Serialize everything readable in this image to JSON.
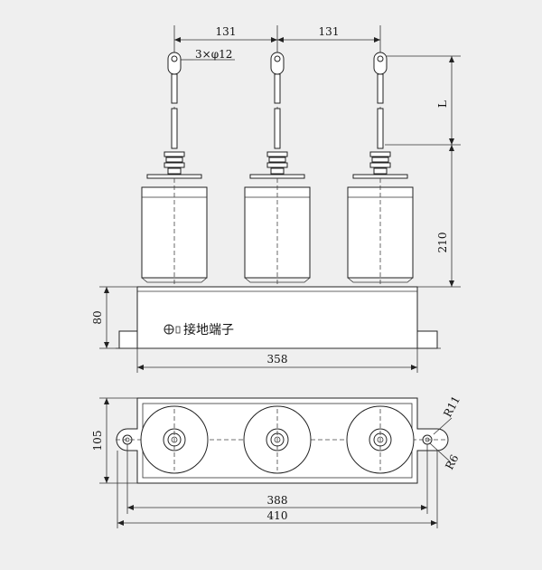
{
  "dimensions": {
    "top_spacing_left": "131",
    "top_spacing_right": "131",
    "hole_note": "3×φ12",
    "lead_length": "L",
    "height_total": "210",
    "base_height": "80",
    "base_width": "358",
    "bottom_height": "105",
    "inner_width": "388",
    "outer_width": "410",
    "radius_outer": "R11",
    "radius_inner": "R6"
  },
  "labels": {
    "ground_terminal": "接地端子"
  }
}
